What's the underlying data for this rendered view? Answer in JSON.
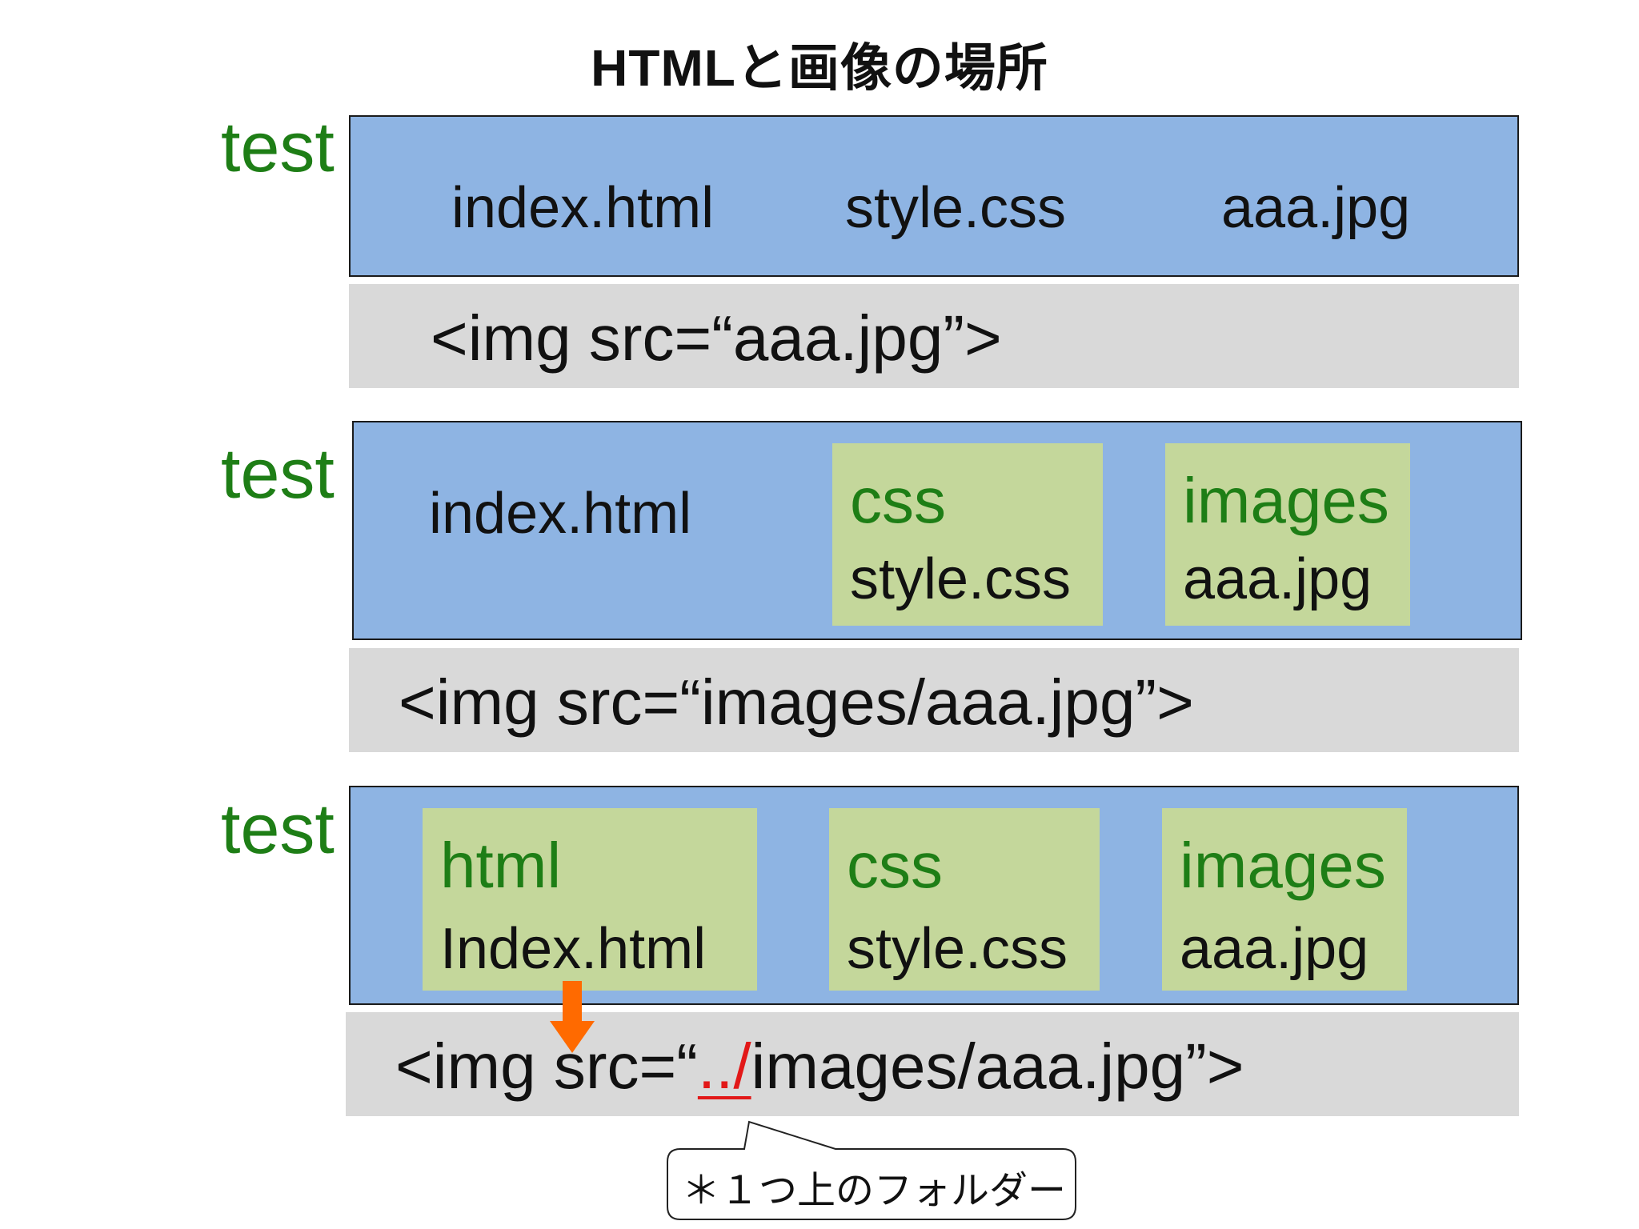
{
  "title": "HTMLと画像の場所",
  "sections": [
    {
      "root_label": "test",
      "files": [
        "index.html",
        "style.css",
        "aaa.jpg"
      ],
      "code": "<img src=“aaa.jpg”>"
    },
    {
      "root_label": "test",
      "file": "index.html",
      "subfolders": [
        {
          "name": "css",
          "file": "style.css"
        },
        {
          "name": "images",
          "file": "aaa.jpg"
        }
      ],
      "code": "<img src=“images/aaa.jpg”>"
    },
    {
      "root_label": "test",
      "subfolders": [
        {
          "name": "html",
          "file": "Index.html"
        },
        {
          "name": "css",
          "file": "style.css"
        },
        {
          "name": "images",
          "file": "aaa.jpg"
        }
      ],
      "code_prefix": "<img src=“",
      "code_highlight": "../",
      "code_suffix": "images/aaa.jpg”>"
    }
  ],
  "callout": "＊１つ上のフォルダー",
  "colors": {
    "folder_bg": "#8eb4e3",
    "subfolder_bg": "#c4d79b",
    "code_bg": "#d9d9d9",
    "folder_name": "#1e7e16",
    "highlight": "#e21818",
    "arrow": "#ff6a00"
  }
}
